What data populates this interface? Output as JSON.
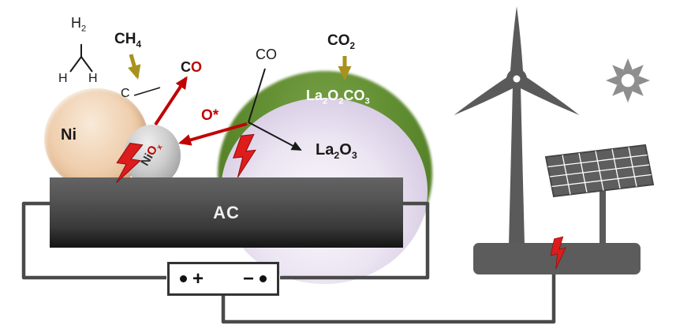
{
  "colors": {
    "red": "#dd1c1c",
    "arrow_red": "#c00404",
    "gas_arrow_olive": "#a8921f",
    "carbonate_green": "#5d8a2e",
    "la2o3_lavender": "#cfc3dd",
    "ni_tan": "#e8c3a0",
    "support_gray": "#3a3a3a",
    "infrastructure_gray": "#5a5a5a"
  },
  "formulas": {
    "h2": [
      "H",
      "2"
    ],
    "ch4": [
      "CH",
      "4"
    ],
    "co2": [
      "CO",
      "2"
    ],
    "niox": [
      "Ni",
      "O",
      "x"
    ],
    "la2o2co3": [
      "La",
      "2",
      "O",
      "2",
      "CO",
      "3"
    ],
    "la2o3": [
      "La",
      "2",
      "O",
      "3"
    ]
  },
  "catalyst": {
    "ni": "Ni",
    "ac": "AC",
    "c_atom": "C",
    "h_left": "H",
    "h_right": "H",
    "o_star": "O*",
    "co_mid": "CO",
    "co_product": {
      "c": "C",
      "o": "O"
    }
  },
  "power_supply": {
    "plus": "+",
    "minus": "−"
  }
}
